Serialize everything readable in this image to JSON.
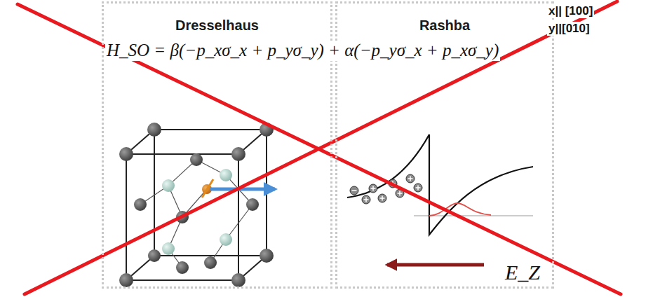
{
  "diagram": {
    "nodes": [
      {
        "text": [
          "Dresselhaus"
        ]
      },
      {
        "text": [
          "Rashba"
        ]
      }
    ],
    "labels": [
      "x|| [100]",
      "y||[010]",
      "H_SO = β(−p_xσ_x + p_yσ_y) + α(−p_yσ_x + p_xσ_y)",
      "E_Z"
    ]
  }
}
